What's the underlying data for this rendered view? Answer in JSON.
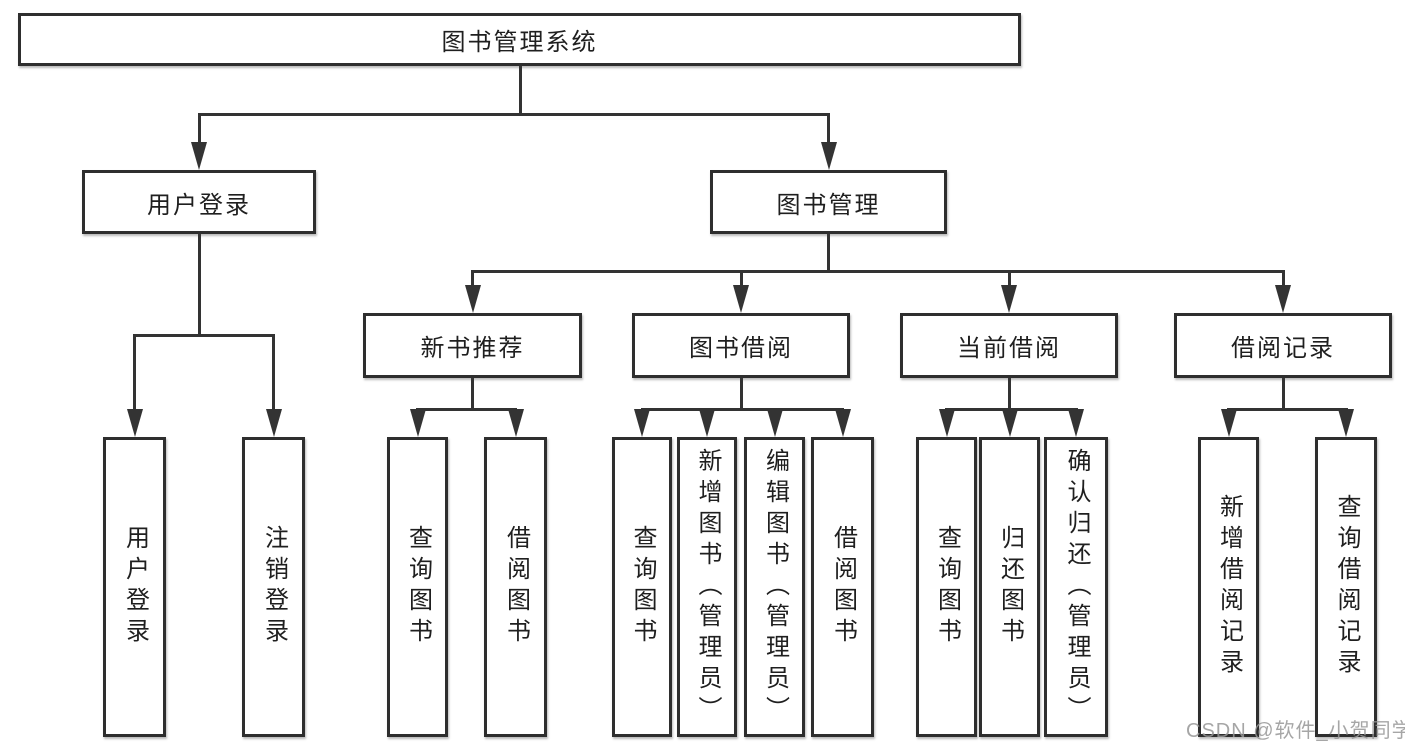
{
  "page": {
    "background": "#ffffff",
    "watermark": {
      "text": "CSDN @软件_小贺同学",
      "color": "#969696"
    }
  },
  "diagram": {
    "type": "hierarchy-tree",
    "colors": {
      "line": "#333333",
      "box_border": "#2e2e2e",
      "box_fill": "#ffffff",
      "text": "#1f1f1f"
    },
    "tree": {
      "label": "图书管理系统",
      "children": [
        {
          "label": "用户登录",
          "children": [
            {
              "label": "用户登录"
            },
            {
              "label": "注销登录"
            }
          ]
        },
        {
          "label": "图书管理",
          "children": [
            {
              "label": "新书推荐",
              "children": [
                {
                  "label": "查询图书"
                },
                {
                  "label": "借阅图书"
                }
              ]
            },
            {
              "label": "图书借阅",
              "children": [
                {
                  "label": "查询图书"
                },
                {
                  "label": "新增图书（管理员）"
                },
                {
                  "label": "编辑图书（管理员）"
                },
                {
                  "label": "借阅图书"
                }
              ]
            },
            {
              "label": "当前借阅",
              "children": [
                {
                  "label": "查询图书"
                },
                {
                  "label": "归还图书"
                },
                {
                  "label": "确认归还（管理员）"
                }
              ]
            },
            {
              "label": "借阅记录",
              "children": [
                {
                  "label": "新增借阅记录"
                },
                {
                  "label": "查询借阅记录"
                }
              ]
            }
          ]
        }
      ]
    }
  }
}
